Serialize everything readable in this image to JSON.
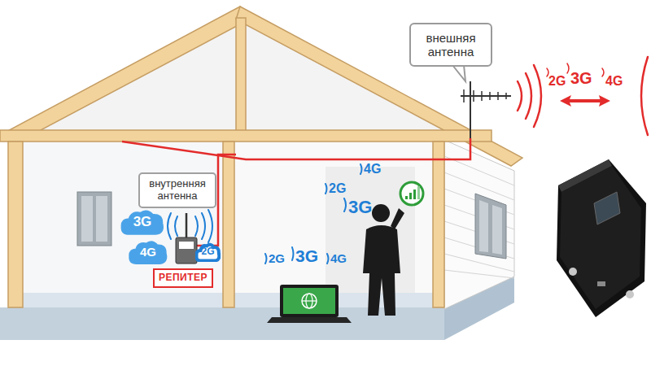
{
  "diagram": {
    "nodes": [
      {
        "text": [
          "внешняя антенна"
        ]
      },
      {
        "text": [
          "внутренняя антенна"
        ]
      },
      {
        "text": [
          "3G"
        ]
      },
      {
        "text": [
          "4G"
        ]
      },
      {
        "text": [
          "2G"
        ]
      },
      {
        "text": [
          "РЕПИТЕР"
        ]
      }
    ],
    "labels": [
      "2G",
      "3G",
      "4G",
      "4G",
      "2G",
      "3G",
      "2G",
      "3G",
      "4G"
    ]
  }
}
